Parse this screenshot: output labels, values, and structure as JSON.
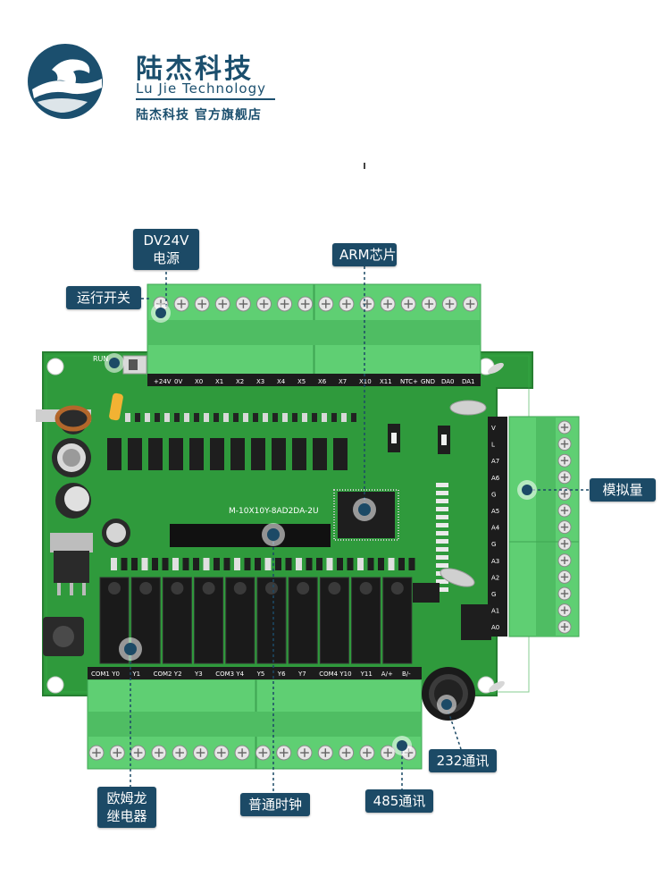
{
  "brand": {
    "name_cn": "陆杰科技",
    "name_en": "Lu Jie Technology",
    "store": "陆杰科技  官方旗舰店",
    "color": "#1b4f6e"
  },
  "callouts": {
    "power": [
      "DV24V",
      "电源"
    ],
    "arm": [
      "ARM芯片"
    ],
    "run_switch": [
      "运行开关"
    ],
    "analog": [
      "模拟量"
    ],
    "relay": [
      "欧姆龙",
      "继电器"
    ],
    "clock": [
      "普通时钟"
    ],
    "rs485": [
      "485通讯"
    ],
    "rs232": [
      "232通讯"
    ]
  },
  "board": {
    "model": "M-10X10Y-8AD2DA-2U",
    "run_label": "RUN",
    "top_terminals": [
      "+24V",
      "0V",
      "X0",
      "X1",
      "X2",
      "X3",
      "X4",
      "X5",
      "X6",
      "X7",
      "X10",
      "X11",
      "NTC+",
      "GND",
      "DA0",
      "DA1"
    ],
    "bottom_terminals": [
      "COM1",
      "Y0",
      "Y1",
      "COM2",
      "Y2",
      "Y3",
      "COM3",
      "Y4",
      "Y5",
      "Y6",
      "Y7",
      "COM4",
      "Y10",
      "Y11",
      "A/+",
      "B/-"
    ],
    "right_terminals": [
      "V",
      "L",
      "A7",
      "A6",
      "G",
      "A5",
      "A4",
      "G",
      "A3",
      "A2",
      "G",
      "A1",
      "A0"
    ],
    "pcb_color": "#2f9a3c",
    "terminal_color": "#5fcf73"
  },
  "colors": {
    "callout_bg": "#1c4a66",
    "callout_text": "#ffffff"
  }
}
